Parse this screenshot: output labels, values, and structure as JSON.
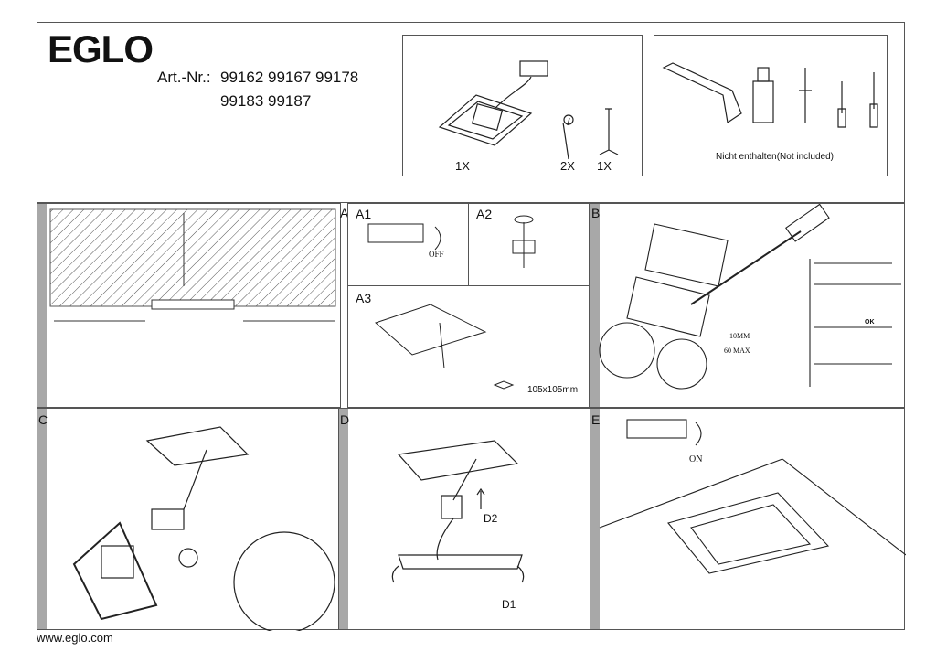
{
  "header": {
    "brand": "EGLO",
    "art_label": "Art.-Nr.:",
    "art_line1": "99162 99167 99178",
    "art_line2": "99183 99187"
  },
  "parts": {
    "items": [
      {
        "qty": "1X"
      },
      {
        "qty": "2X"
      },
      {
        "qty": "1X"
      }
    ]
  },
  "tools": {
    "note": "Nicht enthalten(Not included)"
  },
  "steps": {
    "a": "A",
    "a1": "A1",
    "a2": "A2",
    "a3": "A3",
    "b": "B",
    "c": "C",
    "d": "D",
    "e": "E"
  },
  "a1": {
    "off": "OFF"
  },
  "a3": {
    "cutout": "105x105mm"
  },
  "b": {
    "strip": "10MM",
    "max": "60 MAX",
    "ok": "OK"
  },
  "d": {
    "d1": "D1",
    "d2": "D2"
  },
  "e": {
    "on": "ON"
  },
  "footer": {
    "url": "www.eglo.com"
  }
}
